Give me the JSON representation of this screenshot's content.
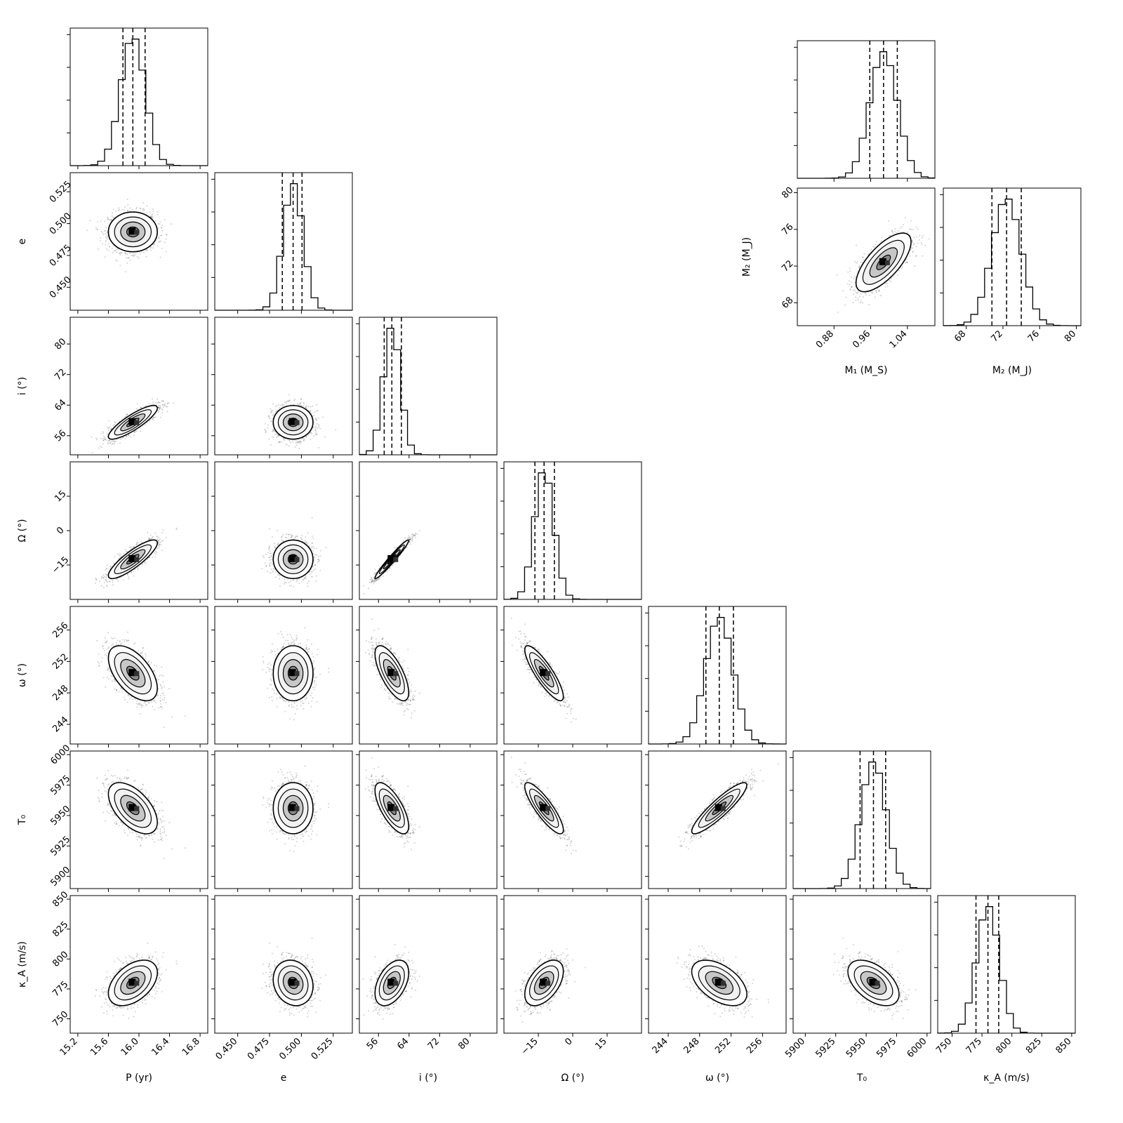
{
  "chart_data": {
    "type": "corner",
    "title": "",
    "params": [
      {
        "key": "P",
        "label": "P (yr)",
        "ticks": [
          "15.2",
          "15.6",
          "16.0",
          "16.4",
          "16.8"
        ],
        "range": [
          15.1,
          16.9
        ],
        "quantiles": [
          15.79,
          15.92,
          16.08
        ],
        "median": 15.92,
        "sigma": 0.16
      },
      {
        "key": "e",
        "label": "e",
        "ticks": [
          "0.450",
          "0.475",
          "0.500",
          "0.525"
        ],
        "range": [
          0.432,
          0.54
        ],
        "quantiles": [
          0.485,
          0.4935,
          0.5005
        ],
        "median": 0.4935,
        "sigma": 0.0078
      },
      {
        "key": "i",
        "label": "i (°)",
        "ticks": [
          "56",
          "64",
          "72",
          "80"
        ],
        "range": [
          51,
          87
        ],
        "quantiles": [
          57.5,
          59.5,
          62.0
        ],
        "median": 59.5,
        "sigma": 2.2
      },
      {
        "key": "Omega",
        "label": "Ω (°)",
        "ticks": [
          "−15",
          "0",
          "15"
        ],
        "range": [
          -30,
          30
        ],
        "quantiles": [
          -16.5,
          -12.5,
          -8.0
        ],
        "median": -12.5,
        "sigma": 4.2
      },
      {
        "key": "omega",
        "label": "ω (°)",
        "ticks": [
          "244",
          "248",
          "252",
          "256"
        ],
        "range": [
          241.5,
          259
        ],
        "quantiles": [
          248.8,
          250.5,
          252.3
        ],
        "median": 250.5,
        "sigma": 1.75
      },
      {
        "key": "T0",
        "label": "T₀",
        "ticks": [
          "5900",
          "5925",
          "5950",
          "5975",
          "6000"
        ],
        "range": [
          5890,
          6003
        ],
        "quantiles": [
          5945,
          5956,
          5966
        ],
        "median": 5956,
        "sigma": 10.5
      },
      {
        "key": "KA",
        "label": "κ_A (m/s)",
        "ticks": [
          "750",
          "775",
          "800",
          "825",
          "850"
        ],
        "range": [
          738,
          853
        ],
        "quantiles": [
          770,
          780,
          789
        ],
        "median": 780,
        "sigma": 9.5
      }
    ],
    "correlations": [
      [
        1,
        0,
        0.85,
        0.85,
        -0.55,
        -0.55,
        0.45
      ],
      [
        0,
        1,
        0,
        0,
        0,
        0,
        -0.15
      ],
      [
        0.85,
        0,
        1,
        0.97,
        -0.7,
        -0.7,
        0.45
      ],
      [
        0.85,
        0,
        0.97,
        1,
        -0.85,
        -0.85,
        0.5
      ],
      [
        -0.55,
        0,
        -0.7,
        -0.85,
        1,
        0.9,
        -0.5
      ],
      [
        -0.55,
        0,
        -0.7,
        -0.85,
        0.9,
        1,
        -0.5
      ],
      [
        0.45,
        -0.15,
        0.45,
        0.5,
        -0.5,
        -0.5,
        1
      ]
    ],
    "inset": {
      "params": [
        {
          "key": "M1",
          "label": "M₁ (M_S)",
          "ticks": [
            "0.88",
            "0.96",
            "1.04"
          ],
          "range": [
            0.8,
            1.1
          ],
          "quantiles": [
            0.958,
            0.988,
            1.018
          ],
          "median": 0.988,
          "sigma": 0.03
        },
        {
          "key": "M2",
          "label": "M₂ (M_J)",
          "ticks": [
            "68",
            "72",
            "76",
            "80"
          ],
          "range": [
            65.5,
            80.5
          ],
          "quantiles": [
            70.8,
            72.4,
            74.0
          ],
          "median": 72.4,
          "sigma": 1.6
        }
      ],
      "correlation": 0.7
    },
    "grid": false,
    "legend": "none"
  },
  "colors": {
    "axes": "#000000",
    "points": "#000000",
    "histogram": "#000000"
  }
}
